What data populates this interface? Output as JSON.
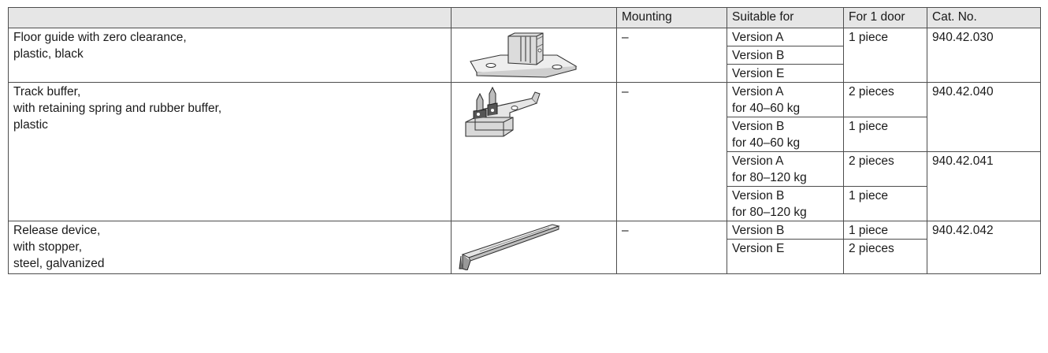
{
  "headers": [
    "",
    "",
    "Mounting",
    "Suitable for",
    "For 1 door",
    "Cat. No."
  ],
  "groups": [
    {
      "description": [
        "Floor guide with zero clearance,",
        "plastic, black"
      ],
      "image_icon": "floor-guide",
      "mounting": "–",
      "rows": [
        {
          "suitable": [
            "Version A"
          ],
          "qty": "1 piece",
          "cat": "940.42.030"
        },
        {
          "suitable": [
            "Version B"
          ]
        },
        {
          "suitable": [
            "Version E"
          ]
        }
      ]
    },
    {
      "description": [
        "Track buffer,",
        "with retaining spring and rubber buffer,",
        "plastic"
      ],
      "image_icon": "track-buffer",
      "mounting": "–",
      "rows": [
        {
          "suitable": [
            "Version A",
            "for 40–60 kg"
          ],
          "qty": "2 pieces",
          "cat": "940.42.040"
        },
        {
          "suitable": [
            "Version B",
            "for 40–60 kg"
          ],
          "qty": "1 piece"
        },
        {
          "suitable": [
            "Version A",
            "for 80–120 kg"
          ],
          "qty": "2 pieces",
          "cat": "940.42.041"
        },
        {
          "suitable": [
            "Version B",
            "for 80–120 kg"
          ],
          "qty": "1 piece"
        }
      ]
    },
    {
      "description": [
        "Release device,",
        "with stopper,",
        "steel, galvanized"
      ],
      "image_icon": "release-device",
      "mounting": "–",
      "rows": [
        {
          "suitable": [
            "Version B"
          ],
          "qty": "1 piece",
          "cat": "940.42.042"
        },
        {
          "suitable": [
            "Version E"
          ],
          "qty": "2 pieces"
        }
      ]
    }
  ]
}
